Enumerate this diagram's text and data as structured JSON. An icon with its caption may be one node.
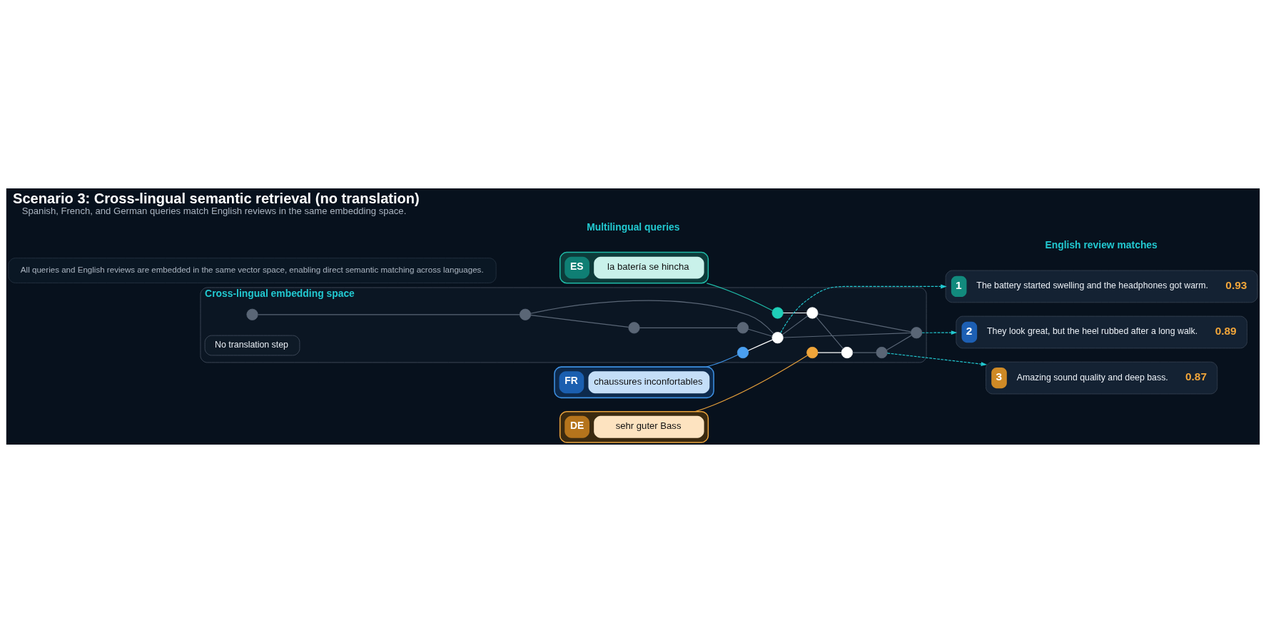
{
  "diagram": {
    "title": "Scenario 3: Cross-lingual semantic retrieval (no translation)",
    "caption": "Spanish, French, and German queries match English reviews in the same embedding space.",
    "nodes": [
      {
        "text": [
          "ES",
          "la batería se hincha"
        ]
      },
      {
        "text": [
          "FR",
          "chaussures inconfortables"
        ]
      },
      {
        "text": [
          "DE",
          "sehr guter Bass"
        ]
      },
      {
        "text": [
          "Cross-lingual embedding space"
        ]
      },
      {
        "text": [],
        "shape": "circle",
        "in": 3
      },
      {
        "text": [],
        "shape": "circle",
        "in": 3
      },
      {
        "text": [],
        "shape": "circle",
        "in": 3
      },
      {
        "text": [],
        "shape": "circle",
        "in": 3
      },
      {
        "text": [],
        "shape": "circle",
        "in": 3
      },
      {
        "text": [],
        "shape": "circle",
        "in": 3
      },
      {
        "text": [],
        "shape": "circle",
        "in": 3
      },
      {
        "text": [],
        "shape": "circle",
        "in": 3
      },
      {
        "text": [],
        "shape": "circle",
        "in": 3
      },
      {
        "text": [],
        "shape": "circle",
        "in": 3
      },
      {
        "text": [],
        "shape": "circle",
        "in": 3
      },
      {
        "text": [],
        "shape": "circle",
        "in": 3
      },
      {
        "text": [
          "No translation step"
        ],
        "in": 3
      },
      {
        "text": [
          "1",
          "The battery started swelling and the headphones got warm.",
          "0.93"
        ]
      },
      {
        "text": [
          "2",
          "They look great, but the heel rubbed after a long walk.",
          "0.89"
        ]
      },
      {
        "text": [
          "3",
          "Amazing sound quality and deep bass.",
          "0.87"
        ]
      },
      {
        "text": [
          "All queries and English reviews are embedded in the same vector space, enabling direct semantic matching across languages."
        ]
      }
    ],
    "edges": [
      {
        "from": 0,
        "to": 4,
        "arrow": "none",
        "color": "#1fb9a6"
      },
      {
        "from": 1,
        "to": 5,
        "arrow": "none",
        "color": "#3d8fe0"
      },
      {
        "from": 2,
        "to": 6,
        "arrow": "none",
        "color": "#e9a23b"
      },
      {
        "from": 4,
        "to": 12,
        "arrow": "none",
        "color": "#ffffff"
      },
      {
        "from": 5,
        "to": 11,
        "arrow": "none",
        "color": "#ffffff"
      },
      {
        "from": 6,
        "to": 14,
        "arrow": "none",
        "color": "#ffffff"
      },
      {
        "from": 7,
        "to": 8,
        "arrow": "none"
      },
      {
        "from": 8,
        "to": 9,
        "arrow": "none"
      },
      {
        "from": 9,
        "to": 10,
        "arrow": "none"
      },
      {
        "from": 10,
        "to": 11,
        "arrow": "none"
      },
      {
        "from": 8,
        "to": 11,
        "arrow": "none"
      },
      {
        "from": 11,
        "to": 12,
        "arrow": "none"
      },
      {
        "from": 11,
        "to": 13,
        "arrow": "none"
      },
      {
        "from": 12,
        "to": 13,
        "arrow": "none"
      },
      {
        "from": 12,
        "to": 14,
        "arrow": "none"
      },
      {
        "from": 14,
        "to": 15,
        "arrow": "none"
      },
      {
        "from": 15,
        "to": 13,
        "arrow": "none"
      },
      {
        "from": 11,
        "to": 17,
        "arrow": "to",
        "style": "dashed",
        "color": "#22c8d0"
      },
      {
        "from": 13,
        "to": 18,
        "arrow": "to",
        "style": "dashed",
        "color": "#22c8d0"
      },
      {
        "from": 15,
        "to": 19,
        "arrow": "to",
        "style": "dashed",
        "color": "#22c8d0"
      }
    ],
    "labels": [
      "Multilingual queries",
      "English review matches"
    ]
  }
}
